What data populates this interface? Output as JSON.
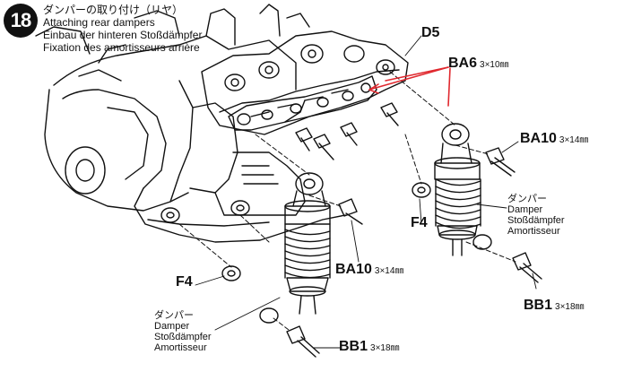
{
  "step": {
    "number": "18",
    "title_jp": "ダンパーの取り付け（リヤ）",
    "title_en": "Attaching rear dampers",
    "title_de": "Einbau der hinteren Stoßdämpfer",
    "title_fr": "Fixation des amortisseurs arrière"
  },
  "parts": {
    "d5": "D5",
    "ba6": {
      "code": "BA6",
      "size": "3×10㎜"
    },
    "ba10_right": {
      "code": "BA10",
      "size": "3×14㎜"
    },
    "ba10_left": {
      "code": "BA10",
      "size": "3×14㎜"
    },
    "bb1_right": {
      "code": "BB1",
      "size": "3×18㎜"
    },
    "bb1_left": {
      "code": "BB1",
      "size": "3×18㎜"
    },
    "f4_right": "F4",
    "f4_left": "F4"
  },
  "dampers": {
    "right": {
      "jp": "ダンパー",
      "en": "Damper",
      "de": "Stoßdämpfer",
      "fr": "Amortisseur"
    },
    "left": {
      "jp": "ダンパー",
      "en": "Damper",
      "de": "Stoßdämpfer",
      "fr": "Amortisseur"
    }
  },
  "colors": {
    "ink": "#111111",
    "arrow": "#e0282e",
    "background": "#ffffff"
  }
}
